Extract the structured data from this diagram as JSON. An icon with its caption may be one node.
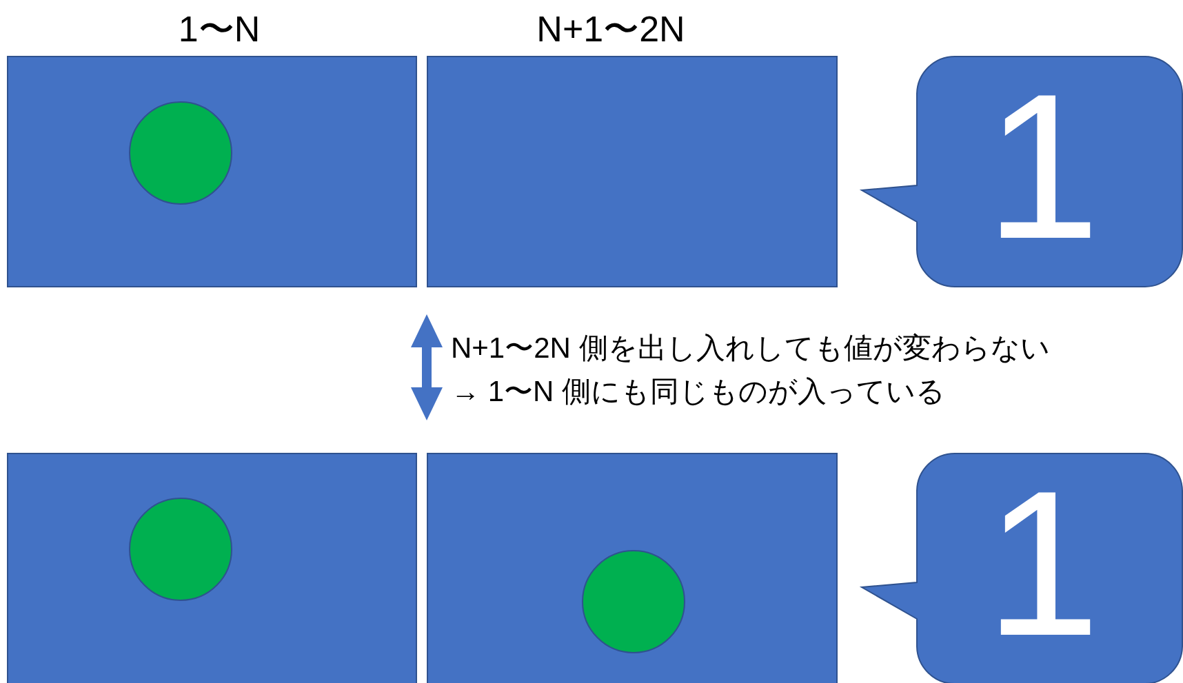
{
  "diagram": {
    "nodes": [
      {
        "text": [],
        "shape": "box"
      },
      {
        "text": [],
        "shape": "circle",
        "in": 0
      },
      {
        "text": [],
        "shape": "box"
      },
      {
        "text": [
          "1"
        ]
      },
      {
        "text": [],
        "shape": "box"
      },
      {
        "text": [],
        "shape": "circle",
        "in": 4
      },
      {
        "text": [],
        "shape": "box"
      },
      {
        "text": [],
        "shape": "circle",
        "in": 6
      },
      {
        "text": [
          "1"
        ]
      }
    ],
    "edges": [],
    "labels": [
      "1〜N",
      "N+1〜2N",
      "N+1〜2N 側を出し入れしても値が変わらない",
      "→ 1〜N 側にも同じものが入っている"
    ]
  }
}
